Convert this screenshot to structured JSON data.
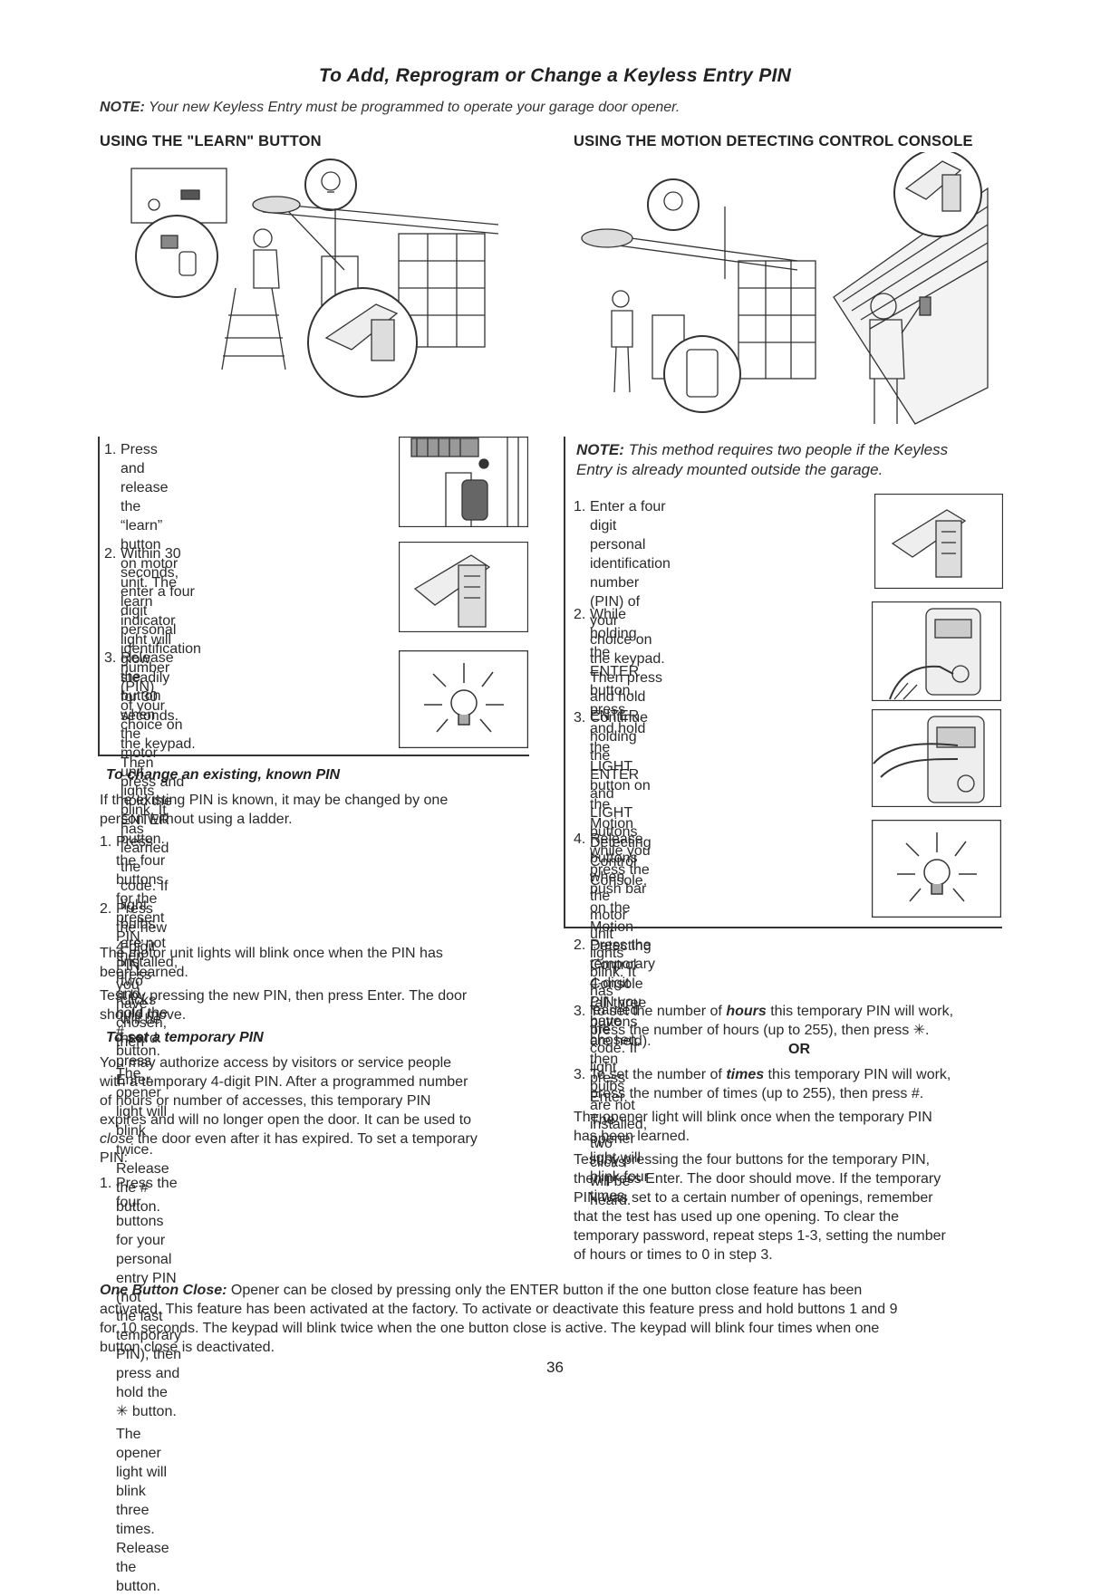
{
  "title": "To Add, Reprogram or Change a Keyless Entry PIN",
  "note_top": {
    "label": "NOTE:",
    "text": " Your new Keyless Entry must be programmed to operate your garage door opener."
  },
  "left": {
    "heading": "USING THE \"LEARN\" BUTTON",
    "steps": [
      {
        "num": "1.",
        "lines": [
          "Press and release the “learn” button",
          "on motor unit. The learn indicator",
          "light will glow steadily for 30",
          "seconds."
        ]
      },
      {
        "num": "2.",
        "lines": [
          "Within 30 seconds, enter a four digit",
          "personal identification number (PIN)",
          "of your choice on the keypad. Then",
          "press and hold the ENTER button."
        ]
      },
      {
        "num": "3.",
        "lines": [
          "Release the button when the motor",
          "unit lights blink. It has learned the",
          "code. If light bulbs are not installed,",
          "two clicks will be heard."
        ]
      }
    ],
    "change_heading": "To change an existing, known PIN",
    "change_intro": [
      "If the existing PIN is known, it may be changed by one",
      "person without using a ladder."
    ],
    "change_steps": [
      {
        "num": "1.",
        "lines": [
          "Press the four buttons for the present PIN, then press",
          "and hold the # button.",
          "The opener light will blink twice. Release the # button."
        ]
      },
      {
        "num": "2.",
        "lines": [
          "Press the new 4-digit PIN you have chosen, then",
          "press Enter."
        ]
      }
    ],
    "change_after": [
      "The motor unit lights will blink once when the PIN has",
      "been learned."
    ],
    "change_test": [
      "Test by pressing the new PIN, then press Enter. The door",
      "should move."
    ],
    "temp_heading": "To set a temporary PIN",
    "temp_intro": [
      "You may authorize access by visitors or service people",
      "with a temporary 4-digit PIN. After a programmed number",
      "of hours or number of accesses, this temporary PIN",
      "expires and will no longer open the door. It can be used to"
    ],
    "temp_intro_close": "close",
    "temp_intro_rest": " the door even after it has expired. To set a temporary",
    "temp_intro_end": "PIN:",
    "temp_steps": [
      {
        "num": "1.",
        "lines": [
          "Press the four buttons for your personal entry PIN (not",
          "the last temporary PIN), then press and hold the",
          "✳ button.",
          "The opener light will blink three times. Release the",
          "button."
        ]
      }
    ]
  },
  "right": {
    "heading": "USING THE MOTION DETECTING CONTROL CONSOLE",
    "note_label": "NOTE:",
    "note_lines": [
      " This method requires two people if the Keyless",
      "Entry is already mounted outside the garage."
    ],
    "steps": [
      {
        "num": "1.",
        "lines": [
          "Enter a four digit personal",
          "identification number (PIN) of your",
          "choice on the keypad. Then press",
          "and hold ENTER."
        ]
      },
      {
        "num": "2.",
        "lines": [
          "While holding the ENTER button,",
          "press and hold the LIGHT button on",
          "the Motion Detecting Control",
          "Console."
        ]
      },
      {
        "num": "3.",
        "lines": [
          "Continue holding the ENTER and",
          "LIGHT buttons while you press the",
          "push bar on the Motion Detecting",
          "Control Console (all three buttons",
          "are held)."
        ]
      },
      {
        "num": "4.",
        "lines": [
          "Release buttons when the motor",
          "unit lights blink. It has learned the",
          "code. If light bulbs are not installed,",
          "two clicks will be heard."
        ]
      }
    ],
    "temp_step2": {
      "num": "2.",
      "lines": [
        "Press the temporary 4-digit PIN you have chosen, then",
        "press Enter.",
        "The opener light will blink four times."
      ]
    },
    "temp_step3a": {
      "num": "3.",
      "pre": "To set the number of ",
      "em": "hours",
      "post": " this temporary PIN will work,",
      "line2": "press the number of hours (up to 255), then press ✳."
    },
    "or_label": "OR",
    "temp_step3b": {
      "num": "3.",
      "pre": "To set the number of ",
      "em": "times",
      "post": " this temporary PIN will work,",
      "line2": "press the number of times (up to 255), then press #."
    },
    "after": [
      "The opener light will blink once when the temporary PIN",
      "has been learned."
    ],
    "test": [
      "Test by pressing the four buttons for the temporary PIN,",
      "then press Enter. The door should move. If the temporary",
      "PIN was set to a certain number of openings, remember",
      "that the test has used up one opening. To clear the",
      "temporary password, repeat steps 1-3, setting the number",
      "of hours or times to 0 in step 3."
    ]
  },
  "one_button": {
    "label": "One Button Close:",
    "lines": [
      " Opener can be closed by pressing only the ENTER button if the one button close feature has been",
      "activated. This feature has been activated at the factory. To activate or deactivate this feature press and hold buttons 1 and 9",
      "for 10 seconds. The keypad will blink twice when the one button close is active. The keypad will blink four times when one",
      "button close is deactivated."
    ]
  },
  "page_number": "36"
}
